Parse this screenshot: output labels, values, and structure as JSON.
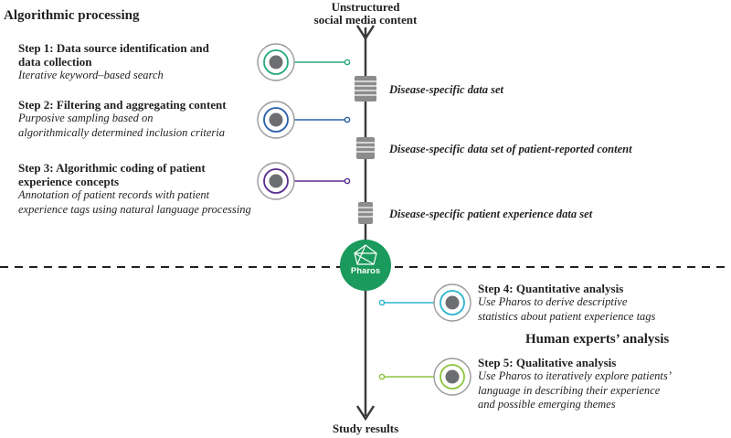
{
  "sections": {
    "algorithmic": "Algorithmic processing",
    "human": "Human experts’ analysis"
  },
  "source_label": {
    "line1": "Unstructured",
    "line2": "social media content"
  },
  "end_label": "Study results",
  "hub": {
    "label": "Pharos",
    "color": "#1a9a5c"
  },
  "steps": [
    {
      "title_line1": "Step 1: Data source identification and",
      "title_line2": "data collection",
      "desc_line1": "Iterative keyword–based search",
      "color": "#27a87a"
    },
    {
      "title_line1": "Step 2: Filtering and aggregating content",
      "desc_line1": "Purposive sampling based on",
      "desc_line2": "algorithmically determined inclusion criteria",
      "color": "#2b5ea8"
    },
    {
      "title_line1": "Step 3: Algorithmic coding of patient",
      "title_line2": "experience concepts",
      "desc_line1": "Annotation of patient records with patient",
      "desc_line2": "experience tags using natural language processing",
      "color": "#5a2d91"
    },
    {
      "title_line1": "Step 4: Quantitative analysis",
      "desc_line1": "Use Pharos to derive descriptive",
      "desc_line2": "statistics about patient experience tags",
      "color": "#2bb5cf"
    },
    {
      "title_line1": "Step 5: Qualitative analysis",
      "desc_line1": "Use Pharos to iteratively explore patients’",
      "desc_line2": "language in describing their experience",
      "desc_line3": "and possible emerging themes",
      "color": "#8cc63f"
    }
  ],
  "datasets": [
    "Disease-specific data set",
    "Disease-specific data set of patient-reported content",
    "Disease-specific patient experience data set"
  ]
}
